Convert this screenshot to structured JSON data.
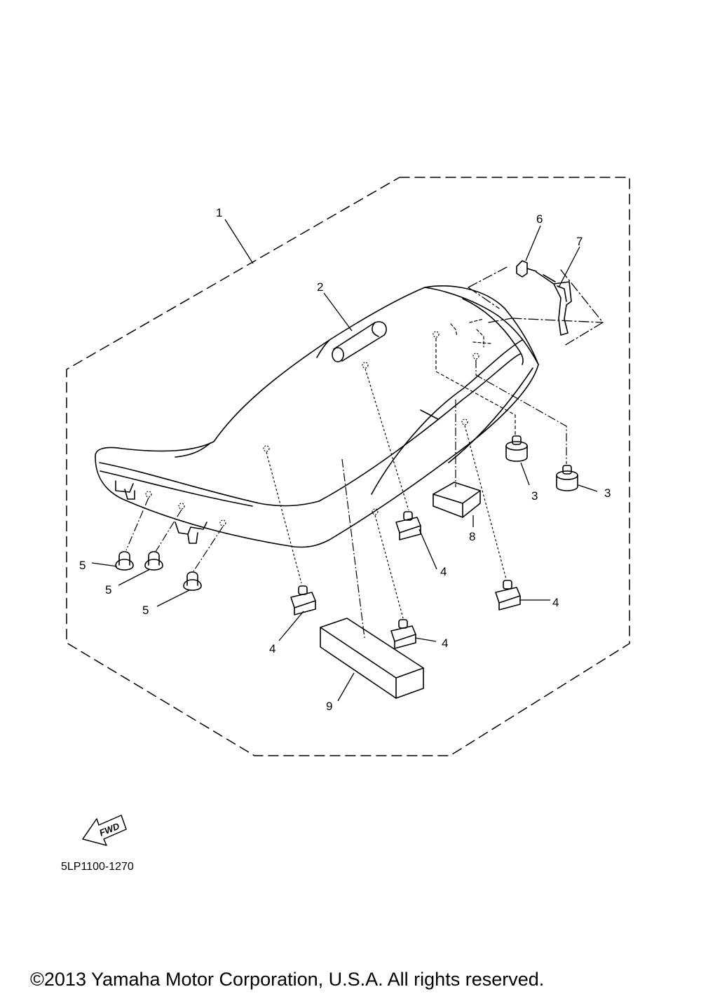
{
  "diagram": {
    "part_code": "5LP1100-1270",
    "copyright": "©2013 Yamaha Motor Corporation, U.S.A. All rights reserved.",
    "fwd_label": "FWD",
    "callouts": {
      "c1": "1",
      "c2": "2",
      "c3a": "3",
      "c3b": "3",
      "c4a": "4",
      "c4b": "4",
      "c4c": "4",
      "c4d": "4",
      "c5a": "5",
      "c5b": "5",
      "c5c": "5",
      "c6": "6",
      "c7": "7",
      "c8": "8",
      "c9": "9"
    }
  }
}
